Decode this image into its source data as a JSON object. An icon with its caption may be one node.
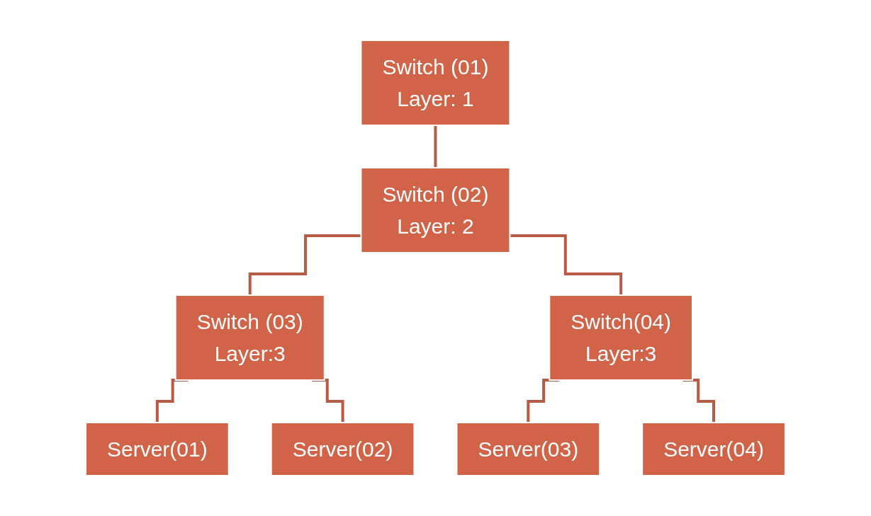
{
  "diagram": {
    "nodes": [
      {
        "text": [
          "Switch (01)",
          "Layer: 1"
        ]
      },
      {
        "text": [
          "Switch (02)",
          "Layer: 2"
        ]
      },
      {
        "text": [
          "Switch (03)",
          "Layer:3"
        ]
      },
      {
        "text": [
          "Switch(04)",
          "Layer:3"
        ]
      },
      {
        "text": [
          "Server(01)"
        ]
      },
      {
        "text": [
          "Server(02)"
        ]
      },
      {
        "text": [
          "Server(03)"
        ]
      },
      {
        "text": [
          "Server(04)"
        ]
      }
    ],
    "edges": [
      {
        "from": 0,
        "to": 1,
        "arrow": "none"
      },
      {
        "from": 1,
        "to": 2,
        "arrow": "none"
      },
      {
        "from": 1,
        "to": 3,
        "arrow": "none"
      },
      {
        "from": 2,
        "to": 4,
        "arrow": "none"
      },
      {
        "from": 2,
        "to": 5,
        "arrow": "none"
      },
      {
        "from": 3,
        "to": 6,
        "arrow": "none"
      },
      {
        "from": 3,
        "to": 7,
        "arrow": "none"
      }
    ]
  }
}
